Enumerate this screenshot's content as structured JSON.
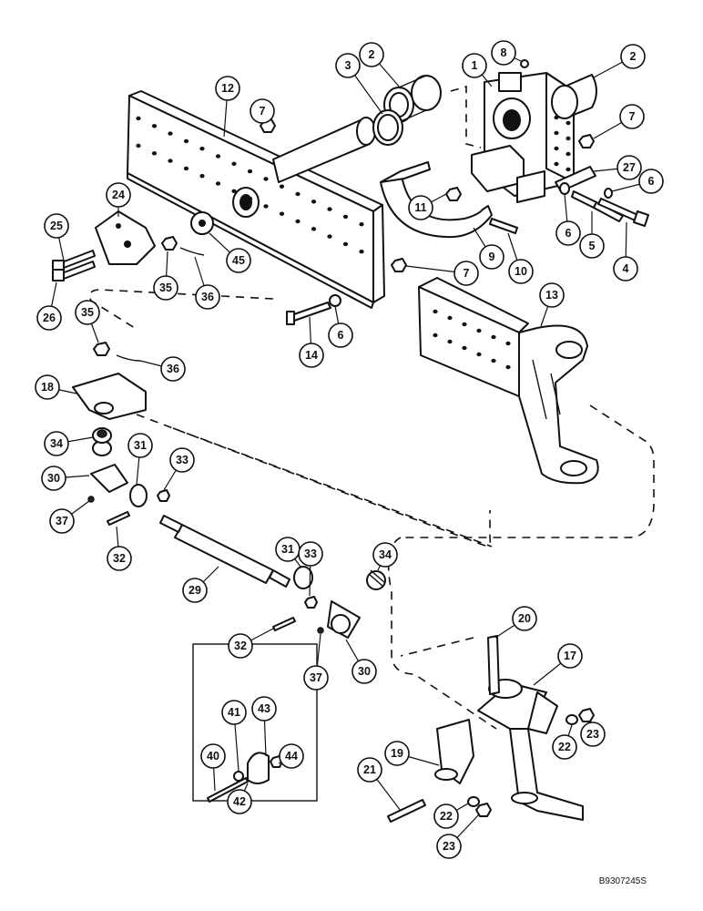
{
  "document_ref": "B9307245S",
  "callouts": [
    {
      "id": "c1",
      "label": "1"
    },
    {
      "id": "c2a",
      "label": "2"
    },
    {
      "id": "c2b",
      "label": "2"
    },
    {
      "id": "c3",
      "label": "3"
    },
    {
      "id": "c4",
      "label": "4"
    },
    {
      "id": "c5",
      "label": "5"
    },
    {
      "id": "c6a",
      "label": "6"
    },
    {
      "id": "c6b",
      "label": "6"
    },
    {
      "id": "c6c",
      "label": "6"
    },
    {
      "id": "c7a",
      "label": "7"
    },
    {
      "id": "c7b",
      "label": "7"
    },
    {
      "id": "c7c",
      "label": "7"
    },
    {
      "id": "c8",
      "label": "8"
    },
    {
      "id": "c9",
      "label": "9"
    },
    {
      "id": "c10",
      "label": "10"
    },
    {
      "id": "c11",
      "label": "11"
    },
    {
      "id": "c12",
      "label": "12"
    },
    {
      "id": "c13",
      "label": "13"
    },
    {
      "id": "c14",
      "label": "14"
    },
    {
      "id": "c17",
      "label": "17"
    },
    {
      "id": "c18",
      "label": "18"
    },
    {
      "id": "c19",
      "label": "19"
    },
    {
      "id": "c20",
      "label": "20"
    },
    {
      "id": "c21",
      "label": "21"
    },
    {
      "id": "c22a",
      "label": "22"
    },
    {
      "id": "c22b",
      "label": "22"
    },
    {
      "id": "c23a",
      "label": "23"
    },
    {
      "id": "c23b",
      "label": "23"
    },
    {
      "id": "c24",
      "label": "24"
    },
    {
      "id": "c25",
      "label": "25"
    },
    {
      "id": "c26",
      "label": "26"
    },
    {
      "id": "c27",
      "label": "27"
    },
    {
      "id": "c29",
      "label": "29"
    },
    {
      "id": "c30a",
      "label": "30"
    },
    {
      "id": "c30b",
      "label": "30"
    },
    {
      "id": "c31a",
      "label": "31"
    },
    {
      "id": "c31b",
      "label": "31"
    },
    {
      "id": "c32a",
      "label": "32"
    },
    {
      "id": "c32b",
      "label": "32"
    },
    {
      "id": "c33a",
      "label": "33"
    },
    {
      "id": "c33b",
      "label": "33"
    },
    {
      "id": "c34a",
      "label": "34"
    },
    {
      "id": "c34b",
      "label": "34"
    },
    {
      "id": "c35a",
      "label": "35"
    },
    {
      "id": "c35b",
      "label": "35"
    },
    {
      "id": "c36a",
      "label": "36"
    },
    {
      "id": "c36b",
      "label": "36"
    },
    {
      "id": "c37a",
      "label": "37"
    },
    {
      "id": "c37b",
      "label": "37"
    },
    {
      "id": "c40",
      "label": "40"
    },
    {
      "id": "c41",
      "label": "41"
    },
    {
      "id": "c42",
      "label": "42"
    },
    {
      "id": "c43",
      "label": "43"
    },
    {
      "id": "c44",
      "label": "44"
    },
    {
      "id": "c45",
      "label": "45"
    }
  ]
}
